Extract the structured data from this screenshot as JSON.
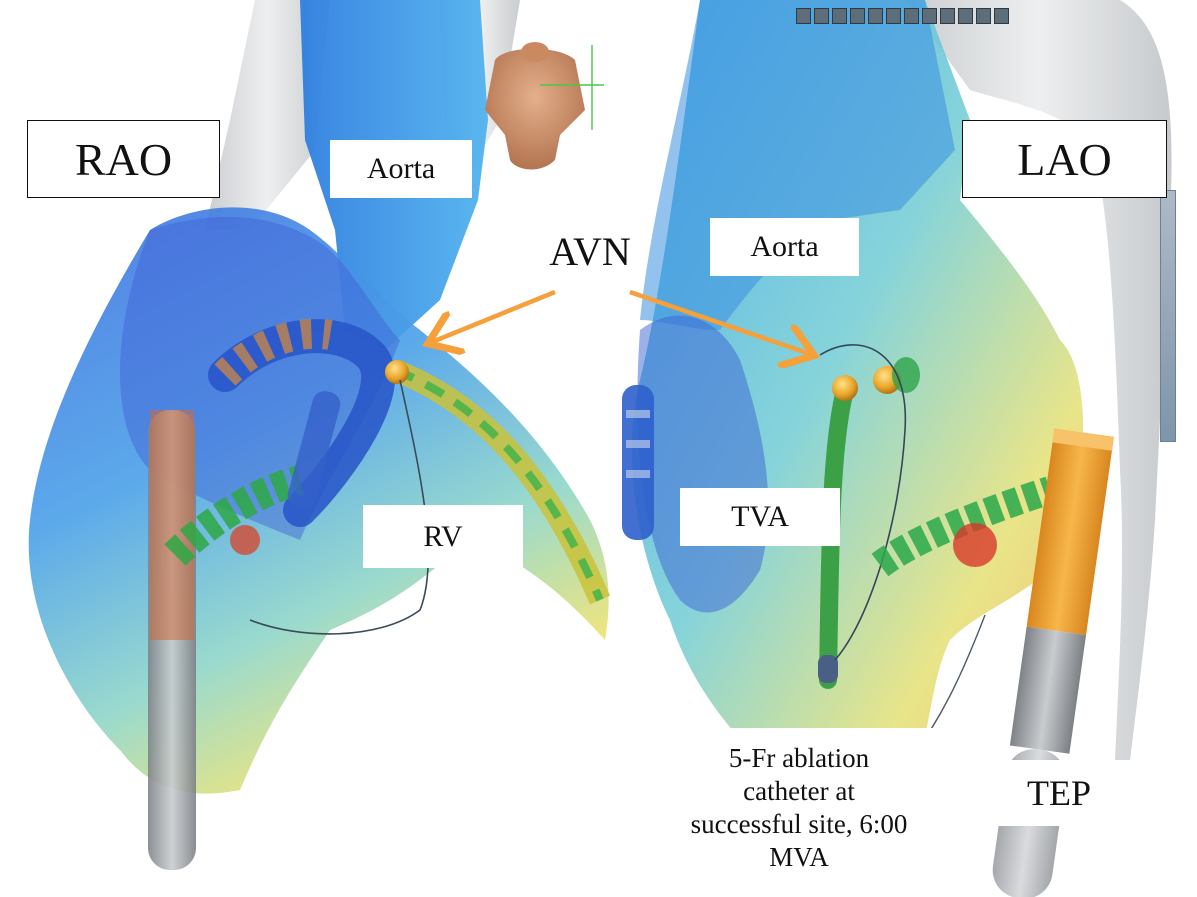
{
  "views": {
    "left": "RAO",
    "right": "LAO"
  },
  "structures": {
    "aorta_left": "Aorta",
    "aorta_right": "Aorta",
    "rv": "RV",
    "tva": "TVA",
    "tep": "TEP"
  },
  "avn_label": "AVN",
  "ablation_caption": {
    "line1": "5-Fr ablation",
    "line2": "catheter at",
    "line3": "successful site, 6:00",
    "line4": "MVA"
  },
  "colors": {
    "arrow": "#f5a03a",
    "blue_map": "#3f7fe0",
    "yellow_map": "#f0e36a",
    "vessel_gray": "#d7dadd",
    "catheter_orange": "#f2a937"
  }
}
